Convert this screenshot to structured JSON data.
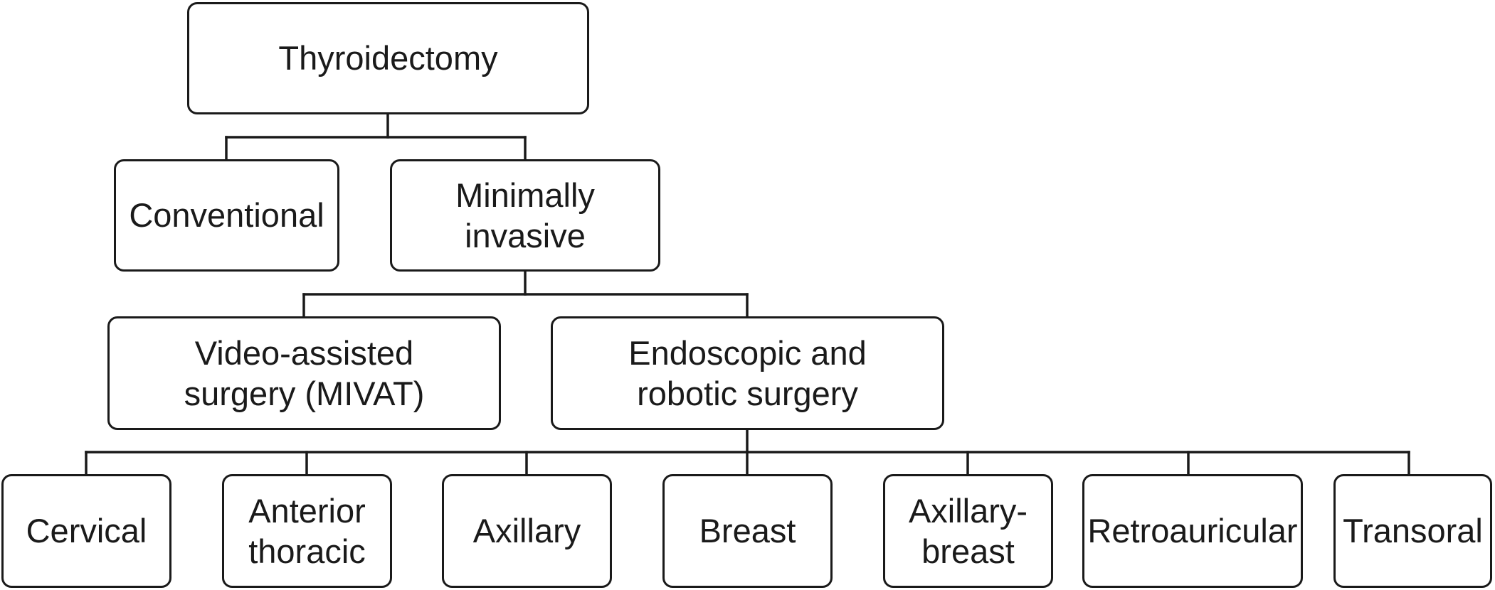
{
  "root": {
    "label": "Thyroidectomy"
  },
  "level1": {
    "conventional": "Conventional",
    "minimally_invasive": "Minimally\ninvasive"
  },
  "level2": {
    "video_assisted": "Video-assisted\nsurgery (MIVAT)",
    "endoscopic_robotic": "Endoscopic and\nrobotic surgery"
  },
  "approaches": {
    "cervical": "Cervical",
    "anterior_thoracic": "Anterior\nthoracic",
    "axillary": "Axillary",
    "breast": "Breast",
    "axillary_breast": "Axillary-\nbreast",
    "retroauricular": "Retroauricular",
    "transoral": "Transoral"
  },
  "colors": {
    "stroke": "#1a1a1a",
    "background": "#ffffff"
  }
}
